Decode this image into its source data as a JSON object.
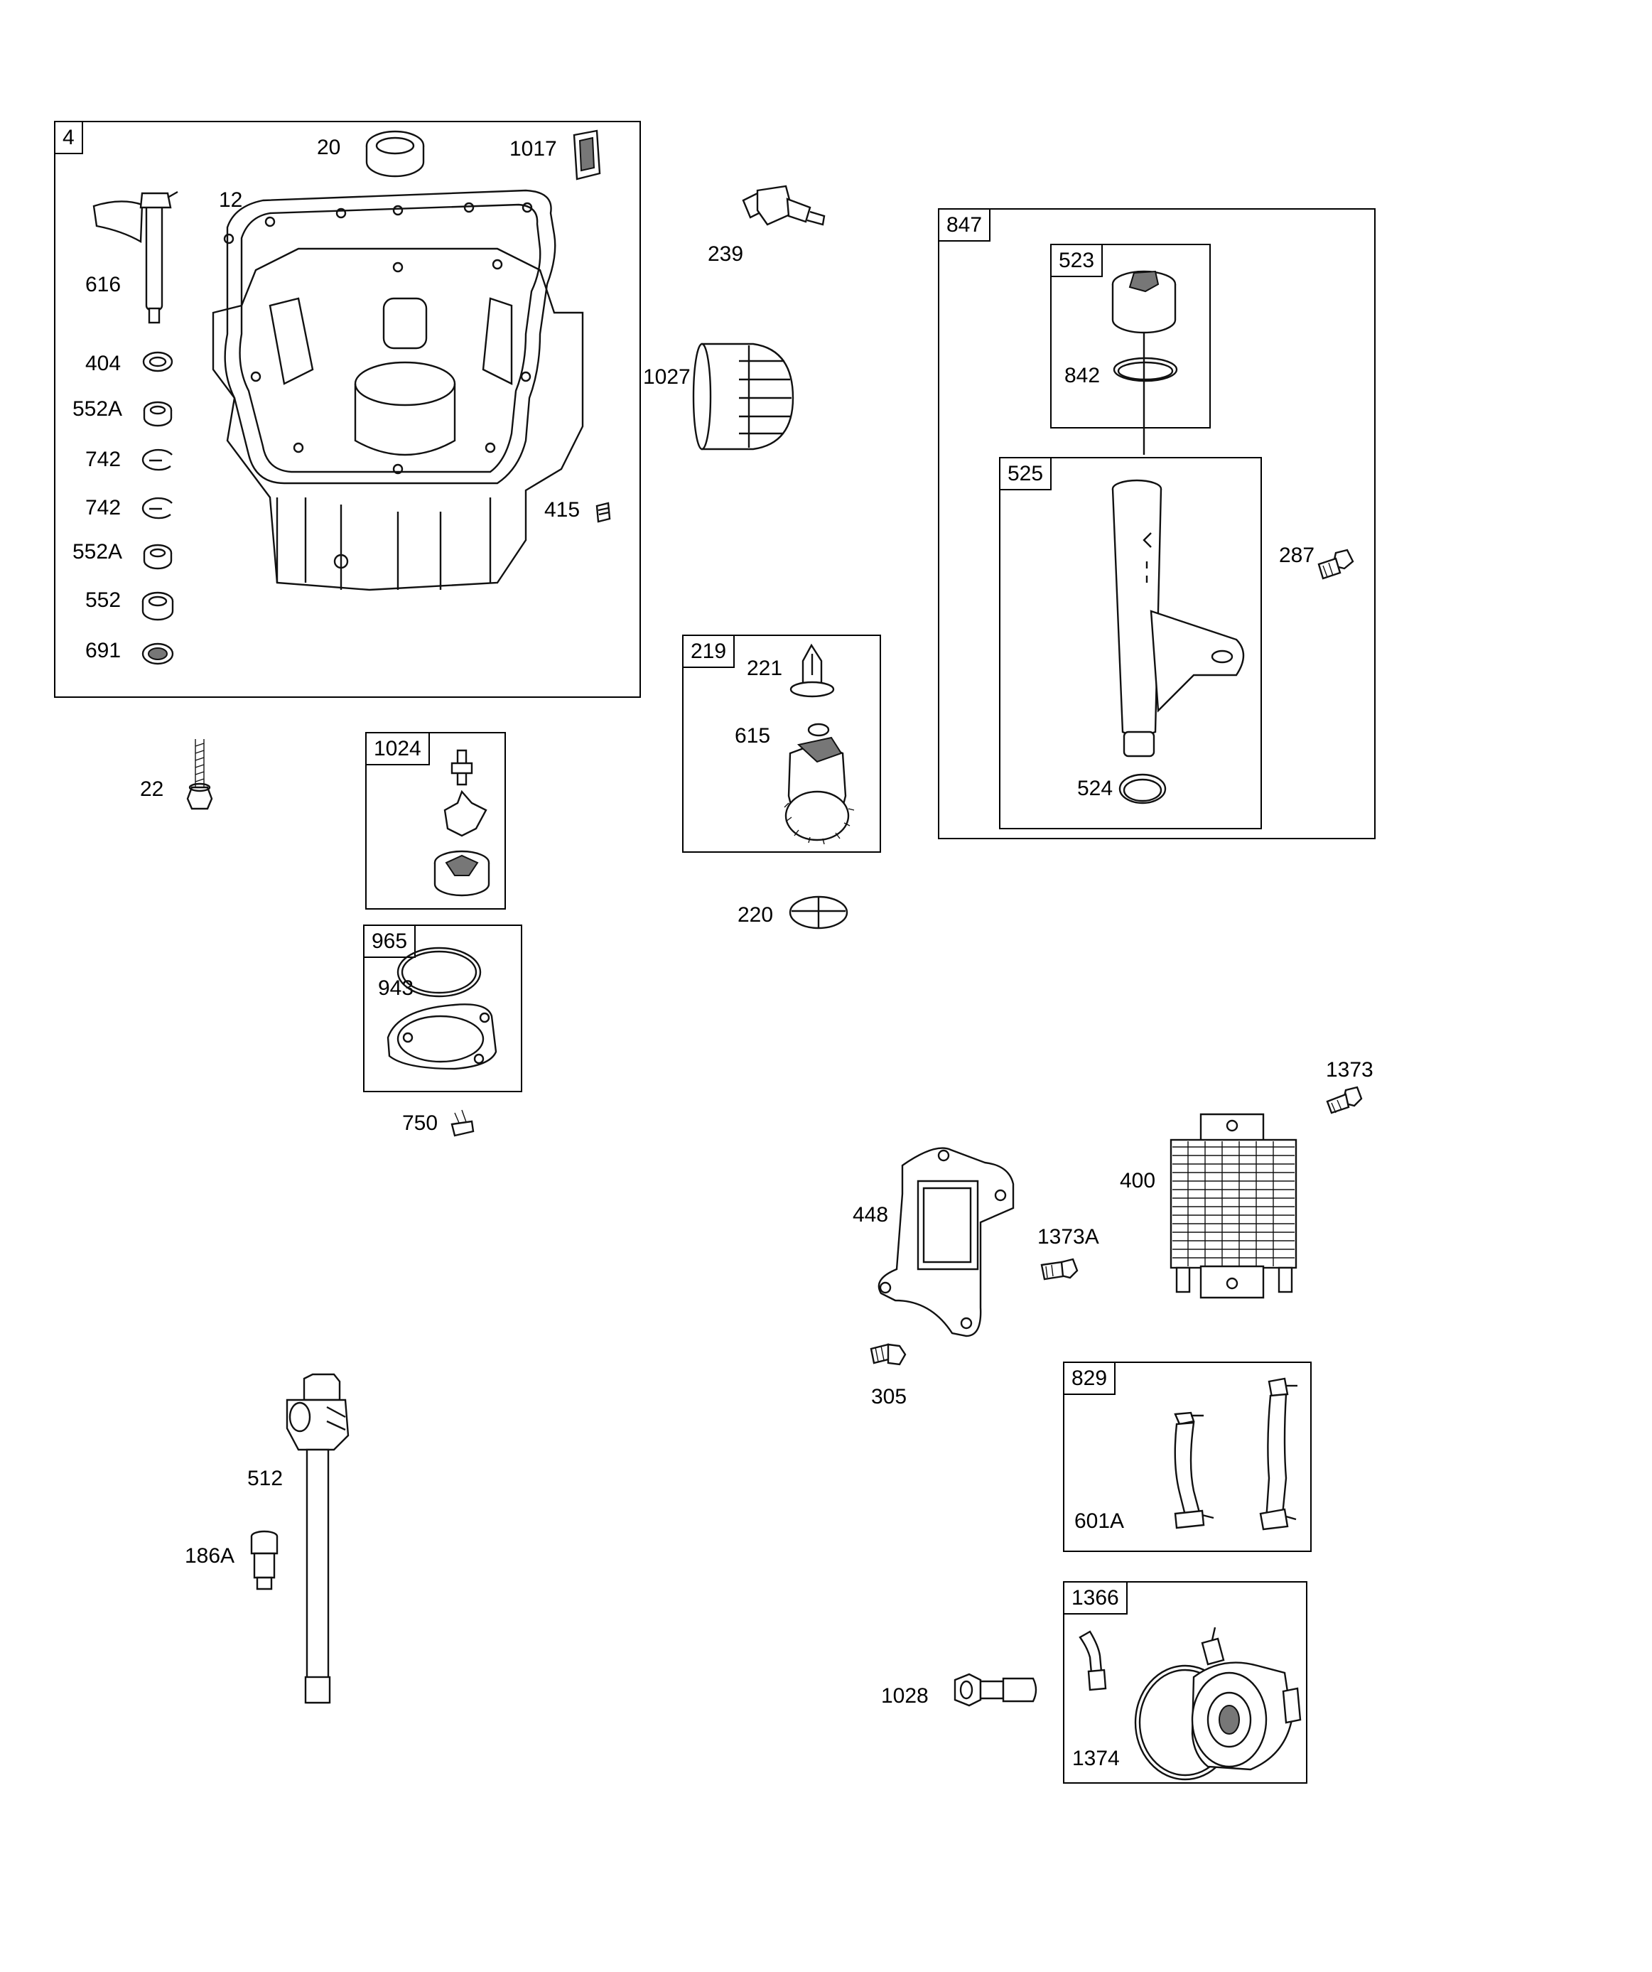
{
  "boxes": {
    "b4": "4",
    "b847": "847",
    "b523": "523",
    "b525": "525",
    "b219": "219",
    "b1024": "1024",
    "b965": "965",
    "b829": "829",
    "b1366": "1366"
  },
  "callouts": {
    "c20": "20",
    "c1017": "1017",
    "c12": "12",
    "c616": "616",
    "c404": "404",
    "c552A_1": "552A",
    "c742_1": "742",
    "c742_2": "742",
    "c552A_2": "552A",
    "c552": "552",
    "c691": "691",
    "c415": "415",
    "c239": "239",
    "c1027": "1027",
    "c842": "842",
    "c287": "287",
    "c524": "524",
    "c221": "221",
    "c615": "615",
    "c220": "220",
    "c22": "22",
    "c943": "943",
    "c750": "750",
    "c1373": "1373",
    "c400": "400",
    "c448": "448",
    "c1373A": "1373A",
    "c305": "305",
    "c601A": "601A",
    "c512": "512",
    "c186A": "186A",
    "c1028": "1028",
    "c1374": "1374"
  }
}
